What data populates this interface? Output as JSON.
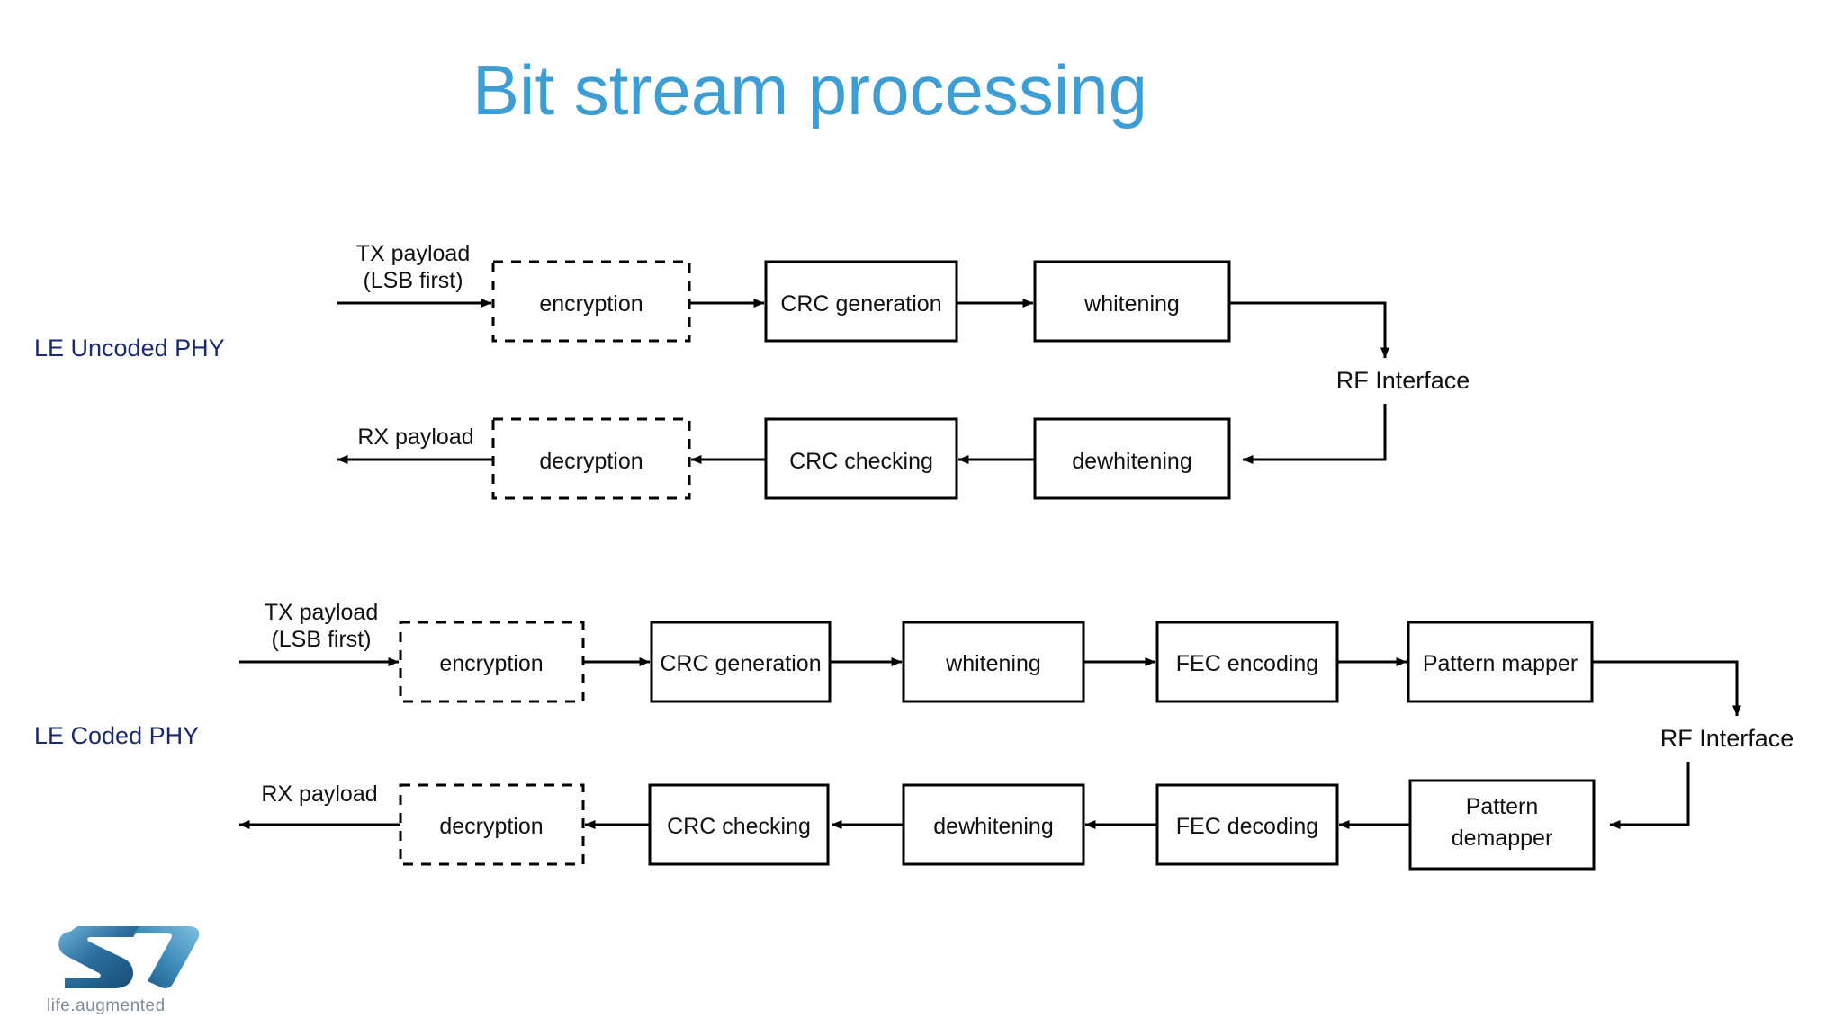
{
  "slide": {
    "title": "Bit stream processing",
    "title_color": "#3d9ed6",
    "background_color": "#ffffff",
    "label_color": "#1b2a6b",
    "diagram_color": "#000000"
  },
  "sections": [
    {
      "id": "le-uncoded-phy",
      "label": "LE Uncoded PHY",
      "tx_chain": {
        "input_label_line1": "TX payload",
        "input_label_line2": "(LSB first)",
        "blocks": [
          {
            "label": "encryption",
            "style": "dashed"
          },
          {
            "label": "CRC generation",
            "style": "solid"
          },
          {
            "label": "whitening",
            "style": "solid"
          }
        ],
        "endpoint": "RF Interface"
      },
      "rx_chain": {
        "output_label": "RX payload",
        "blocks": [
          {
            "label": "decryption",
            "style": "dashed"
          },
          {
            "label": "CRC checking",
            "style": "solid"
          },
          {
            "label": "dewhitening",
            "style": "solid"
          }
        ],
        "source": "RF Interface"
      }
    },
    {
      "id": "le-coded-phy",
      "label": "LE Coded PHY",
      "tx_chain": {
        "input_label_line1": "TX payload",
        "input_label_line2": "(LSB first)",
        "blocks": [
          {
            "label": "encryption",
            "style": "dashed"
          },
          {
            "label": "CRC generation",
            "style": "solid"
          },
          {
            "label": "whitening",
            "style": "solid"
          },
          {
            "label": "FEC encoding",
            "style": "solid"
          },
          {
            "label": "Pattern mapper",
            "style": "solid"
          }
        ],
        "endpoint": "RF Interface"
      },
      "rx_chain": {
        "output_label": "RX payload",
        "blocks": [
          {
            "label": "decryption",
            "style": "dashed"
          },
          {
            "label": "CRC checking",
            "style": "solid"
          },
          {
            "label": "dewhitening",
            "style": "solid"
          },
          {
            "label": "FEC decoding",
            "style": "solid"
          },
          {
            "label": "Pattern demapper",
            "label_line1": "Pattern",
            "label_line2": "demapper",
            "style": "solid"
          }
        ],
        "source": "RF Interface"
      }
    }
  ],
  "rf_interface_labels": {
    "uncoded": "RF Interface",
    "coded": "RF Interface"
  },
  "logo": {
    "name": "st-logo",
    "tagline": "life.augmented",
    "mark_text": "ST",
    "color_dark": "#1c5a8c",
    "color_mid": "#2f7fae",
    "color_light": "#5ba3cc"
  }
}
